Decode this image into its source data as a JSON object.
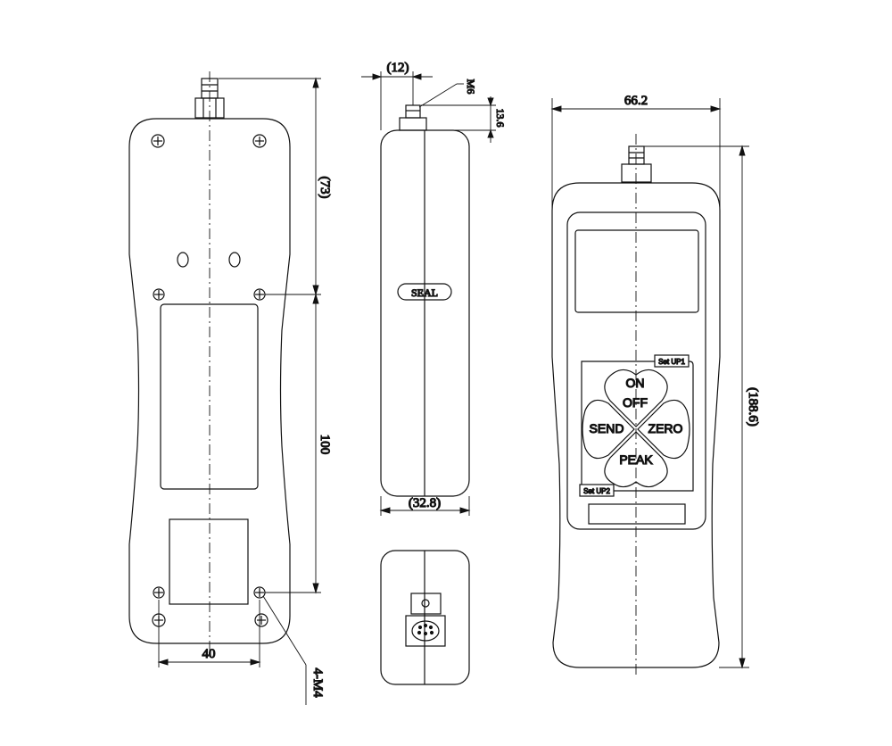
{
  "dimensions": {
    "top_height": "(73)",
    "mount_spacing": "100",
    "bolt_width": "40",
    "bolt_spec": "4-M4",
    "thread_offset": "(12)",
    "thread_spec": "M6",
    "thread_length": "13.6",
    "body_depth": "(32.8)",
    "front_width": "66.2",
    "overall_length": "(188.6)"
  },
  "labels": {
    "seal": "SEAL",
    "key_on_off_top": "ON",
    "key_on_off_bottom": "OFF",
    "key_send": "SEND",
    "key_zero": "ZERO",
    "key_peak": "PEAK",
    "set_up1": "Set UP1",
    "set_up2": "Set UP2"
  }
}
